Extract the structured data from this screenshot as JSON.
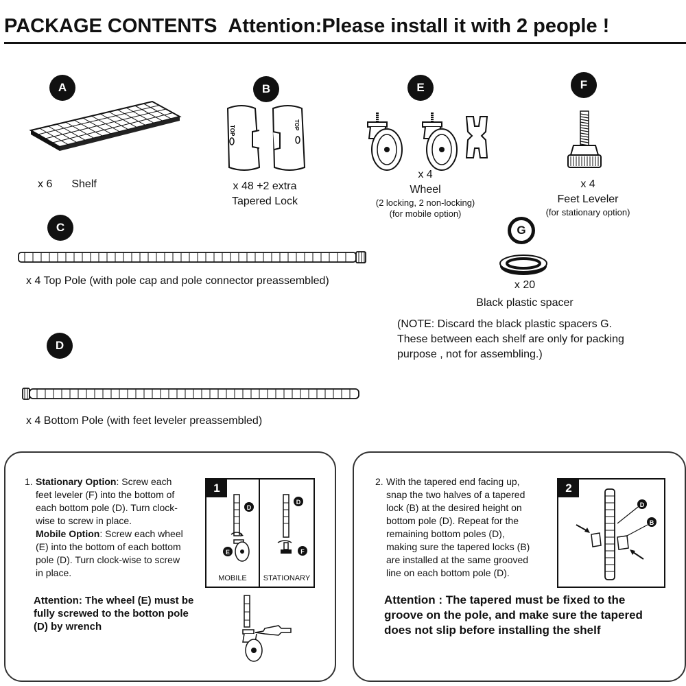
{
  "header": {
    "title": "PACKAGE CONTENTS",
    "attention": "Attention:Please install it with 2 people !"
  },
  "parts": {
    "A": {
      "letter": "A",
      "qty": "x 6",
      "name": "Shelf"
    },
    "B": {
      "letter": "B",
      "qty": "x 48 +2 extra",
      "name": "Tapered Lock",
      "mark": "TOP"
    },
    "C": {
      "letter": "C",
      "desc": "x 4  Top Pole (with pole cap and pole connector preassembled)"
    },
    "D": {
      "letter": "D",
      "desc": "x 4  Bottom Pole (with feet leveler preassembled)"
    },
    "E": {
      "letter": "E",
      "qty": "x 4",
      "name": "Wheel",
      "sub1": "(2 locking, 2 non-locking)",
      "sub2": "(for mobile option)"
    },
    "F": {
      "letter": "F",
      "qty": "x 4",
      "name": "Feet Leveler",
      "sub1": "(for stationary option)"
    },
    "G": {
      "letter": "G",
      "qty": "x 20",
      "name": "Black plastic spacer"
    }
  },
  "note": {
    "line1": "(NOTE: Discard the black plastic spacers G.",
    "line2": "These between each shelf are only for packing",
    "line3": "purpose , not for assembling.)"
  },
  "step1": {
    "num": "1.",
    "stationary_label": "Stationary Option",
    "stationary_text_a": ": Screw each",
    "stationary_text_b": "feet leveler (F) into the bottom of",
    "stationary_text_c": "each bottom pole (D). Turn clock-",
    "stationary_text_d": "wise to screw in place.",
    "mobile_label": "Mobile Option",
    "mobile_text_a": ": Screw each wheel",
    "mobile_text_b": "(E) into the bottom of each bottom",
    "mobile_text_c": "pole (D). Turn clock-wise to screw",
    "mobile_text_d": "in place.",
    "figure_number": "1",
    "caption_mobile": "MOBILE",
    "caption_stationary": "STATIONARY",
    "fig_labels": {
      "d": "D",
      "e": "E",
      "f": "F"
    },
    "attention1": "Attention: The wheel (E) must be",
    "attention2": "fully screwed to the botton pole",
    "attention3": "(D) by wrench"
  },
  "step2": {
    "num": "2.",
    "line1": "With the tapered end facing up,",
    "line2": "snap the two halves of a tapered",
    "line3": "lock (B) at the desired height on",
    "line4": "bottom pole (D). Repeat for the",
    "line5": "remaining bottom poles (D),",
    "line6": "making sure the tapered locks (B)",
    "line7": "are installed at the same grooved",
    "line8": "line on each bottom pole (D).",
    "figure_number": "2",
    "fig_labels": {
      "d": "D",
      "b": "B"
    },
    "attention1": "Attention : The tapered must be fixed to the",
    "attention2": "groove on the pole, and make sure the tapered",
    "attention3": "does not slip before installing the shelf"
  }
}
